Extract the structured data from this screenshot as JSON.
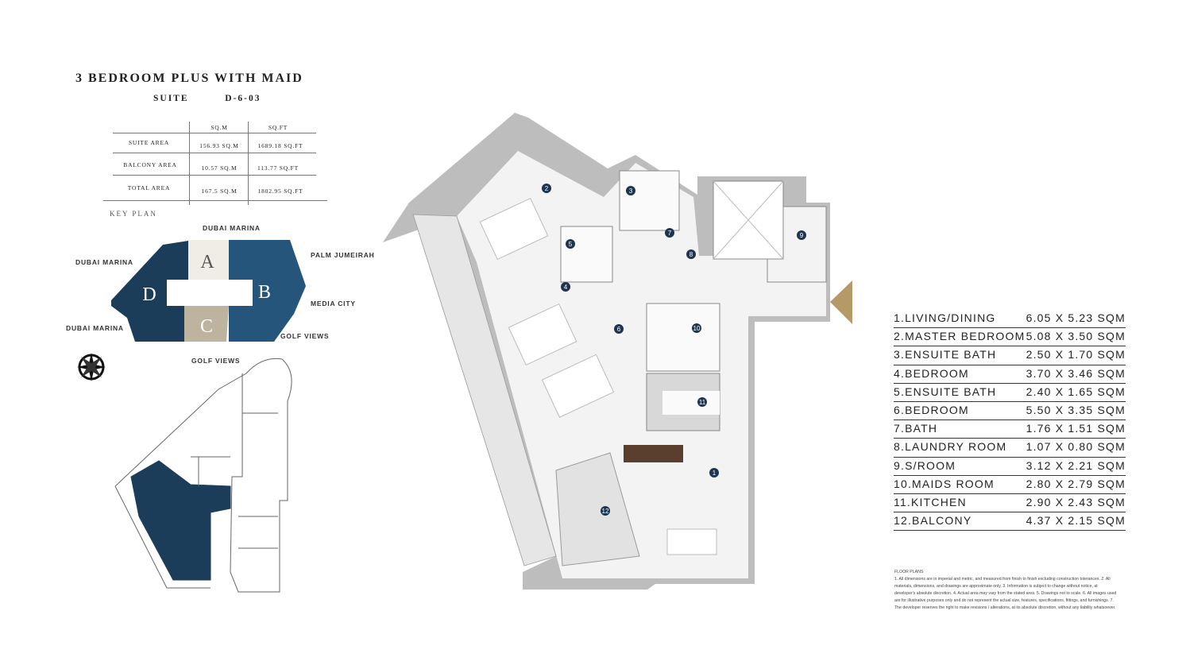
{
  "header": {
    "title": "3 BEDROOM PLUS WITH MAID",
    "suite_label": "SUITE",
    "suite_code": "D-6-03"
  },
  "area_table": {
    "columns": [
      "",
      "SQ.M",
      "SQ.FT"
    ],
    "rows": [
      {
        "label": "SUITE AREA",
        "sqm": "156.93 SQ.M",
        "sqft": "1689.18 SQ.FT"
      },
      {
        "label": "BALCONY AREA",
        "sqm": "10.57 SQ.M",
        "sqft": "113.77 SQ.FT"
      },
      {
        "label": "TOTAL AREA",
        "sqm": "167.5 SQ.M",
        "sqft": "1802.95 SQ.FT"
      }
    ]
  },
  "key_plan": {
    "label": "KEY PLAN",
    "wings": [
      "A",
      "B",
      "C",
      "D"
    ],
    "views": {
      "top": "DUBAI MARINA",
      "left_top": "DUBAI MARINA",
      "left_bottom": "DUBAI MARINA",
      "right_top": "PALM JUMEIRAH",
      "right_mid": "MEDIA CITY",
      "right_bottom": "GOLF VIEWS",
      "bottom": "GOLF VIEWS"
    },
    "colors": {
      "wing_d": "#1c3d5a",
      "wing_b": "#25557a",
      "wing_a": "#efede6",
      "wing_c": "#bdb39e"
    },
    "compass_icon": "compass-rose-icon"
  },
  "floor_plan": {
    "markers": [
      "1",
      "2",
      "3",
      "4",
      "5",
      "6",
      "7",
      "8",
      "9",
      "10",
      "11",
      "12"
    ],
    "entrance_icon": "entrance-arrow-icon",
    "colors": {
      "wall": "#b9b9b9",
      "floor": "#f3f3f3",
      "marker": "#1d3550",
      "entrance": "#b59a68"
    }
  },
  "rooms": [
    {
      "name": "1.LIVING/DINING",
      "size": "6.05 X 5.23 SQM"
    },
    {
      "name": "2.MASTER BEDROOM",
      "size": "5.08 X 3.50 SQM"
    },
    {
      "name": "3.ENSUITE BATH",
      "size": "2.50 X 1.70 SQM"
    },
    {
      "name": "4.BEDROOM",
      "size": "3.70 X 3.46 SQM"
    },
    {
      "name": "5.ENSUITE BATH",
      "size": "2.40 X 1.65 SQM"
    },
    {
      "name": "6.BEDROOM",
      "size": "5.50 X 3.35 SQM"
    },
    {
      "name": "7.BATH",
      "size": "1.76 X 1.51 SQM"
    },
    {
      "name": "8.LAUNDRY ROOM",
      "size": "1.07 X 0.80 SQM"
    },
    {
      "name": "9.S/ROOM",
      "size": "3.12 X 2.21 SQM"
    },
    {
      "name": "10.MAIDS ROOM",
      "size": "2.80 X 2.79 SQM"
    },
    {
      "name": "11.KITCHEN",
      "size": "2.90 X 2.43 SQM"
    },
    {
      "name": "12.BALCONY",
      "size": "4.37 X 2.15 SQM"
    }
  ],
  "notes": {
    "title": "FLOOR PLANS",
    "text": "1. All dimensions are in imperial and metric, and measured from finish to finish excluding construction tolerances. 2. All materials, dimensions, and drawings are approximate only. 3. Information is subject to change without notice, at developer's absolute discretion. 4. Actual area may vary from the stated area. 5. Drawings not to scale. 6. All images used are for illustrative purposes only and do not represent the actual size, features, specifications, fittings, and furnishings. 7. The developer reserves the right to make revisions / alterations, at its absolute discretion, without any liability whatsoever."
  }
}
